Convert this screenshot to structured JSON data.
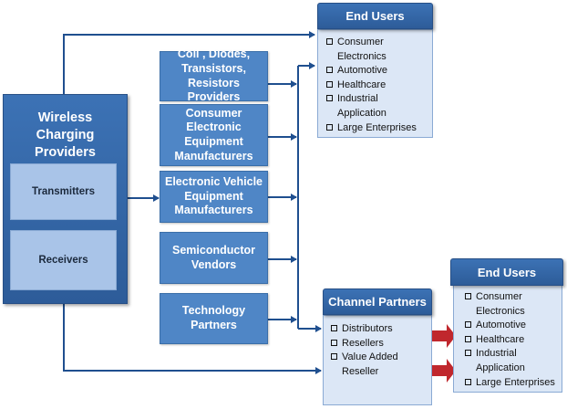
{
  "wireless_charging_providers": {
    "title": "Wireless Charging Providers",
    "items": [
      "Transmitters",
      "Receivers"
    ]
  },
  "middle_boxes": [
    "Coil , Diodes, Transistors, Resistors Providers",
    "Consumer Electronic Equipment Manufacturers",
    "Electronic Vehicle Equipment Manufacturers",
    "Semiconductor Vendors",
    "Technology Partners"
  ],
  "end_users_top": {
    "title": "End Users",
    "items": [
      "Consumer Electronics",
      "Automotive",
      "Healthcare",
      "Industrial Application",
      "Large Enterprises"
    ]
  },
  "channel_partners": {
    "title": "Channel Partners",
    "items": [
      "Distributors",
      "Resellers",
      "Value Added Reseller"
    ]
  },
  "end_users_bottom": {
    "title": "End Users",
    "items": [
      "Consumer Electronics",
      "Automotive",
      "Healthcare",
      "Industrial Application",
      "Large Enterprises"
    ]
  },
  "colors": {
    "dark_blue": "#2f62a6",
    "mid_blue": "#4f86c6",
    "light_blue": "#a9c4e8",
    "panel_bg": "#dce7f6",
    "connector": "#1f4f8f",
    "red_arrow": "#c0272d"
  }
}
